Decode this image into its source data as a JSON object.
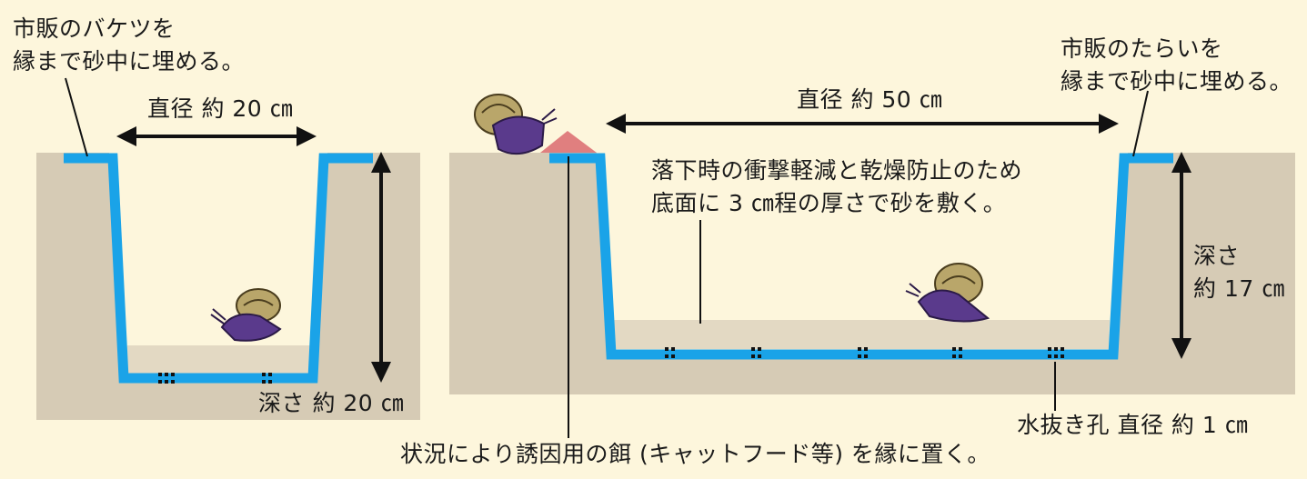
{
  "left_trap": {
    "note_line1": "市販のバケツを",
    "note_line2": "縁まで砂中に埋める。",
    "diameter_label": "直径 約 20 ㎝",
    "depth_label": "深さ 約 20 ㎝"
  },
  "right_trap": {
    "note_line1": "市販のたらいを",
    "note_line2": "縁まで砂中に埋める。",
    "diameter_label": "直径 約 50 ㎝",
    "sand_note_line1": "落下時の衝撃軽減と乾燥防止のため",
    "sand_note_line2": "底面に 3 ㎝程の厚さで砂を敷く。",
    "depth_label_line1": "深さ",
    "depth_label_line2": "約 17 ㎝",
    "drain_label": "水抜き孔 直径 約 1 ㎝"
  },
  "bait_note": "状況により誘因用の餌 (キャットフード等) を縁に置く。",
  "colors": {
    "background": "#fdf6dc",
    "soil": "#d6cbb5",
    "sand_layer": "#e3d9c3",
    "container_wall": "#1aa3e8",
    "bait": "#e07f7f",
    "arrow": "#111111",
    "crab_body": "#5a3a8c",
    "crab_shell": "#b9a66a"
  }
}
